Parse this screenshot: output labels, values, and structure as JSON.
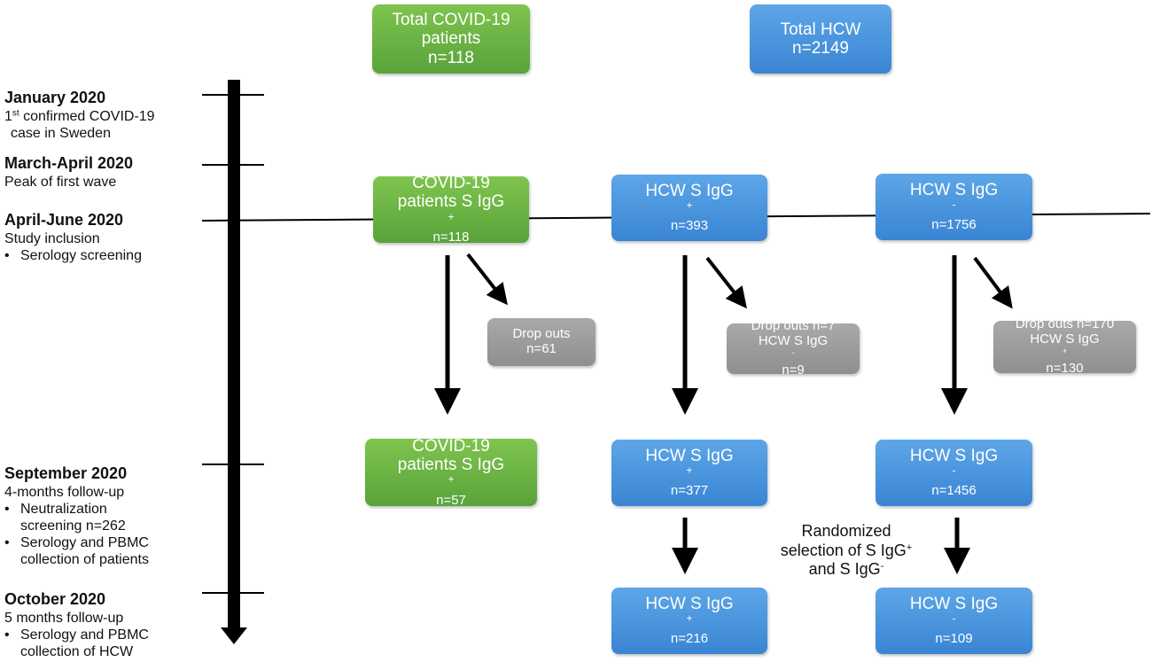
{
  "timeline": [
    {
      "title": "January 2020",
      "lines": [
        {
          "pre": "1",
          "sup": "st",
          "post": " confirmed COVID-19"
        },
        {
          "pre": " case in Sweden",
          "sup": "",
          "post": ""
        }
      ],
      "bullets": []
    },
    {
      "title": "March-April 2020",
      "lines": [
        {
          "pre": "Peak of first wave",
          "sup": "",
          "post": ""
        }
      ],
      "bullets": []
    },
    {
      "title": "April-June 2020",
      "lines": [
        {
          "pre": "Study inclusion",
          "sup": "",
          "post": ""
        }
      ],
      "bullets": [
        [
          "Serology screening"
        ]
      ]
    },
    {
      "title": "September 2020",
      "lines": [
        {
          "pre": "4-months follow-up",
          "sup": "",
          "post": ""
        }
      ],
      "bullets": [
        [
          "Neutralization",
          "screening n=262"
        ],
        [
          "Serology and PBMC",
          "collection of patients"
        ]
      ]
    },
    {
      "title": "October 2020",
      "lines": [
        {
          "pre": "5 months follow-up",
          "sup": "",
          "post": ""
        }
      ],
      "bullets": [
        [
          "Serology and PBMC",
          "collection of HCW"
        ]
      ]
    }
  ],
  "boxes": {
    "total_patients": {
      "l1": "Total COVID-19",
      "l2": "patients",
      "n": "n=118"
    },
    "total_hcw": {
      "l1": "Total HCW",
      "n": "n=2149"
    },
    "patients_inclusion": {
      "l1": "COVID-19",
      "l2": "patients S IgG",
      "l2sup": "+",
      "n": "n=118"
    },
    "hcw_pos_inclusion": {
      "l1": "HCW S IgG",
      "l1sup": "+",
      "n": "n=393"
    },
    "hcw_neg_inclusion": {
      "l1": "HCW S IgG",
      "l1sup": "-",
      "n": "n=1756"
    },
    "dropout_patients": {
      "l1": "Drop outs",
      "n": "n=61"
    },
    "dropout_hcw_pos": {
      "l1": "Drop outs n=7",
      "l2": "HCW S IgG",
      "l2sup": "-",
      "l2post": " n=9"
    },
    "dropout_hcw_neg": {
      "l1": "Drop outs n=170",
      "l2": "HCW S IgG",
      "l2sup": "+",
      "l2post": " n=130"
    },
    "patients_followup": {
      "l1": "COVID-19",
      "l2": "patients S IgG",
      "l2sup": "+",
      "n": "n=57"
    },
    "hcw_pos_followup": {
      "l1": "HCW S IgG",
      "l1sup": "+",
      "n": "n=377"
    },
    "hcw_neg_followup": {
      "l1": "HCW S IgG",
      "l1sup": "-",
      "n": "n=1456"
    },
    "hcw_pos_final": {
      "l1": "HCW S IgG",
      "l1sup": "+",
      "n": "n=216"
    },
    "hcw_neg_final": {
      "l1": "HCW S IgG",
      "l1sup": "-",
      "n": "n=109"
    }
  },
  "randomized": {
    "l1": "Randomized",
    "l2": "selection of S IgG",
    "l2sup": "+",
    "l3": "and S IgG",
    "l3sup": "-"
  },
  "colors": {
    "green": "#6bb545",
    "blue": "#4a95de",
    "gray": "#9c9c9c",
    "arrow": "#000000"
  }
}
